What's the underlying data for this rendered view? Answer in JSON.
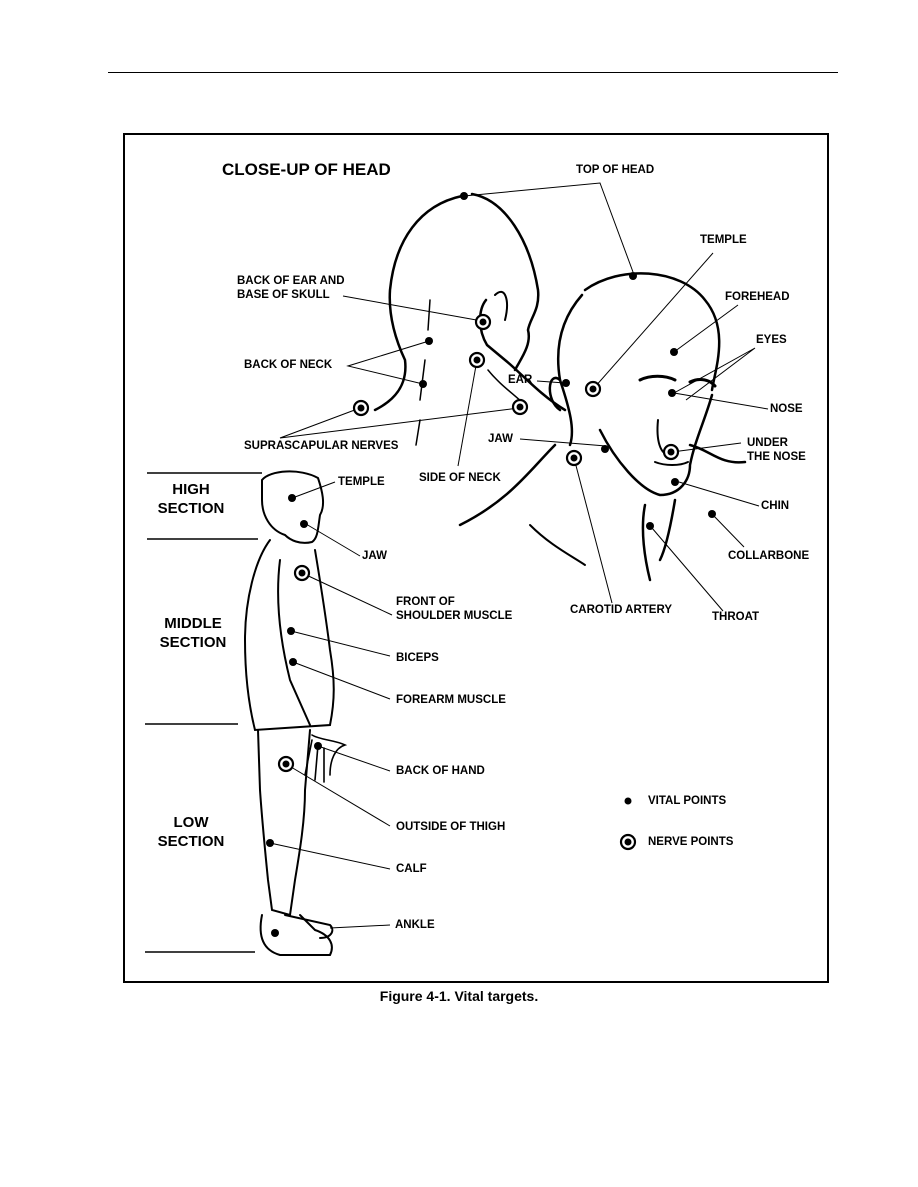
{
  "figure": {
    "title": "CLOSE-UP OF HEAD",
    "caption": "Figure 4-1.  Vital targets."
  },
  "head_labels": {
    "top_of_head": "TOP OF HEAD",
    "temple": "TEMPLE",
    "forehead": "FOREHEAD",
    "eyes": "EYES",
    "nose": "NOSE",
    "under_the_nose_1": "UNDER",
    "under_the_nose_2": "THE NOSE",
    "chin": "CHIN",
    "collarbone": "COLLARBONE",
    "throat": "THROAT",
    "carotid_artery": "CAROTID ARTERY",
    "ear": "EAR",
    "jaw": "JAW",
    "back_of_ear_1": "BACK OF EAR AND",
    "back_of_ear_2": "BASE OF SKULL",
    "back_of_neck": "BACK OF NECK",
    "suprascapular": "SUPRASCAPULAR NERVES",
    "side_of_neck": "SIDE OF NECK"
  },
  "sections": {
    "high_1": "HIGH",
    "high_2": "SECTION",
    "middle_1": "MIDDLE",
    "middle_2": "SECTION",
    "low_1": "LOW",
    "low_2": "SECTION"
  },
  "body_labels": {
    "temple": "TEMPLE",
    "jaw": "JAW",
    "front_shoulder_1": "FRONT OF",
    "front_shoulder_2": "SHOULDER MUSCLE",
    "biceps": "BICEPS",
    "forearm": "FOREARM MUSCLE",
    "back_of_hand": "BACK OF HAND",
    "outside_thigh": "OUTSIDE OF THIGH",
    "calf": "CALF",
    "ankle": "ANKLE"
  },
  "legend": {
    "vital": "VITAL POINTS",
    "nerve": "NERVE POINTS"
  }
}
